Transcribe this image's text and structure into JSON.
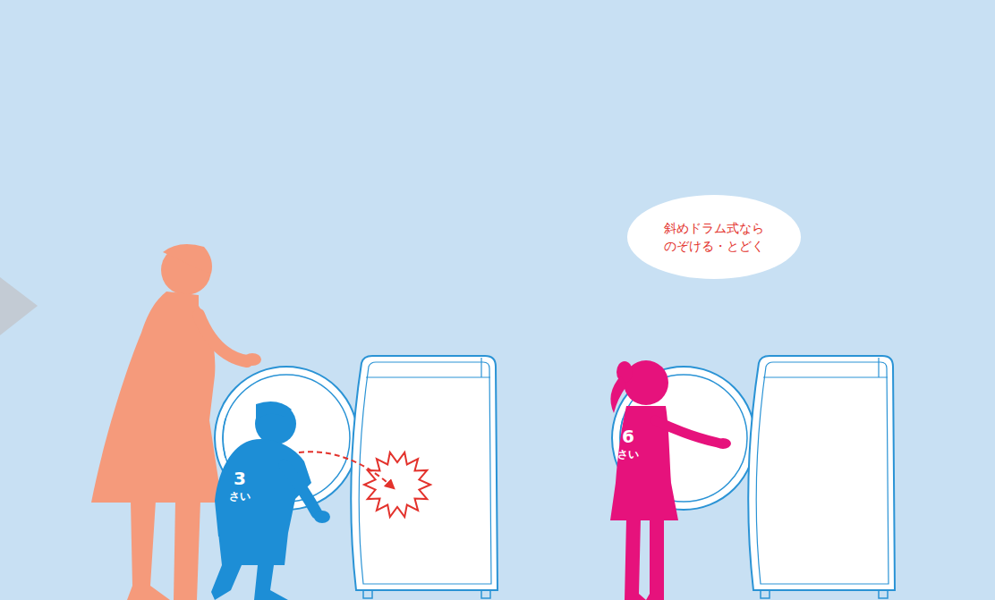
{
  "diagram": {
    "nodes": [
      {
        "text": [
          "斜めドラム式なら のぞける・とどく"
        ]
      }
    ],
    "labels": [
      "3",
      "さい",
      "6",
      "さい"
    ]
  }
}
